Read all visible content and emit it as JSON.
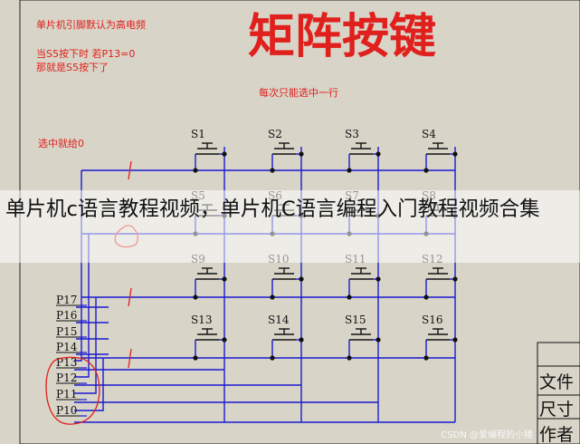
{
  "title": "矩阵按键",
  "notes": {
    "default_high": "单片机引脚默认为高电频",
    "s5_pressed_line1": "当S5按下时 若P13=0",
    "s5_pressed_line2": "那就是S5按下了",
    "one_row_at_a_time": "每次只能选中一行",
    "selected_zero": "选中就给0"
  },
  "switches": [
    "S1",
    "S2",
    "S3",
    "S4",
    "S5",
    "S6",
    "S7",
    "S8",
    "S9",
    "S10",
    "S11",
    "S12",
    "S13",
    "S14",
    "S15",
    "S16"
  ],
  "pins": [
    "P17",
    "P16",
    "P15",
    "P14",
    "P13",
    "P12",
    "P11",
    "P10"
  ],
  "title_block": {
    "file": "文件",
    "size": "尺寸",
    "author": "作者"
  },
  "caption": "单片机c语言教程视频，单片机C语言编程入门教程视频合集",
  "watermark": "CSDN @爱编程的小猪",
  "colors": {
    "wire": "#1a1ad0",
    "annotation": "#e0201c",
    "background": "#d8d4c8",
    "switch": "#111111"
  }
}
